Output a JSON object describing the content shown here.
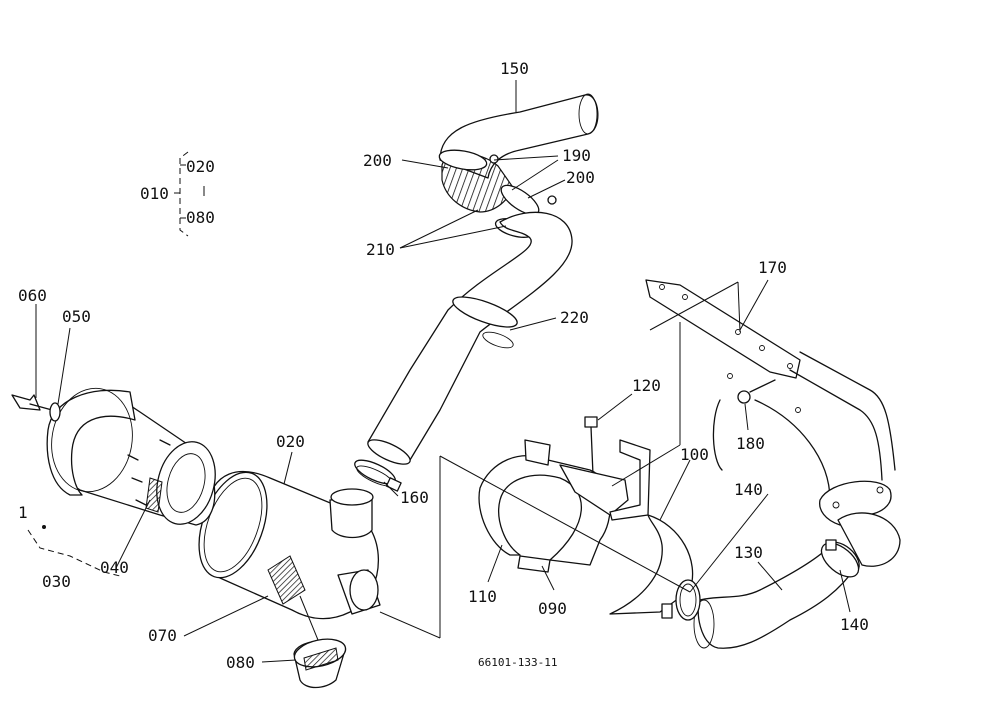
{
  "labels": {
    "l150": "150",
    "l190": "190",
    "l200a": "200",
    "l200b": "200",
    "l210": "210",
    "l020a": "020",
    "l010": "010",
    "l080a": "080",
    "l170": "170",
    "l060": "060",
    "l050": "050",
    "l220": "220",
    "l120": "120",
    "l180": "180",
    "l020b": "020",
    "l100": "100",
    "l140a": "140",
    "l160": "160",
    "l130": "130",
    "l1": "1",
    "l040": "040",
    "l030": "030",
    "l110": "110",
    "l090": "090",
    "l070": "070",
    "l140b": "140",
    "l080b": "080"
  },
  "drawing_number": "66101-133-11"
}
